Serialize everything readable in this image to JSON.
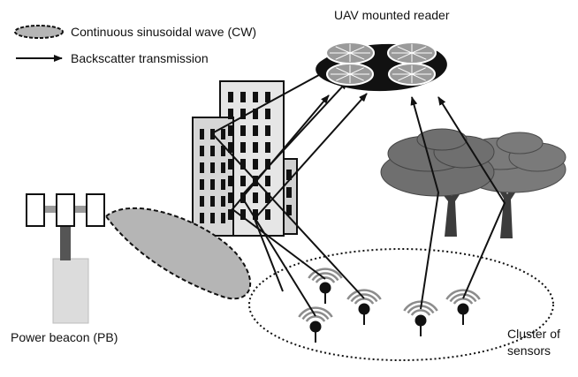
{
  "legend": {
    "cw_label": "Continuous sinusoidal wave (CW)",
    "backscatter_label": "Backscatter transmission"
  },
  "labels": {
    "uav": "UAV mounted reader",
    "power_beacon": "Power beacon (PB)",
    "cluster_line1": "Cluster of",
    "cluster_line2": "sensors"
  },
  "colors": {
    "ink": "#111111",
    "cw_fill": "#b5b5b5",
    "building_front": "#e6e6e6",
    "building_back": "#d0d0d0",
    "window": "#111111",
    "tree_foliage": "#6f6f6f",
    "tree_trunk": "#3c3c3c",
    "beacon_pole": "#555555",
    "beacon_base": "#dcdcdc",
    "sensor_arc": "#8c8c8c"
  },
  "icons": {
    "uav": "quadcopter-icon",
    "power_beacon": "cell-tower-icon",
    "sensor": "wireless-sensor-icon",
    "building": "building-icon",
    "tree": "tree-icon"
  }
}
